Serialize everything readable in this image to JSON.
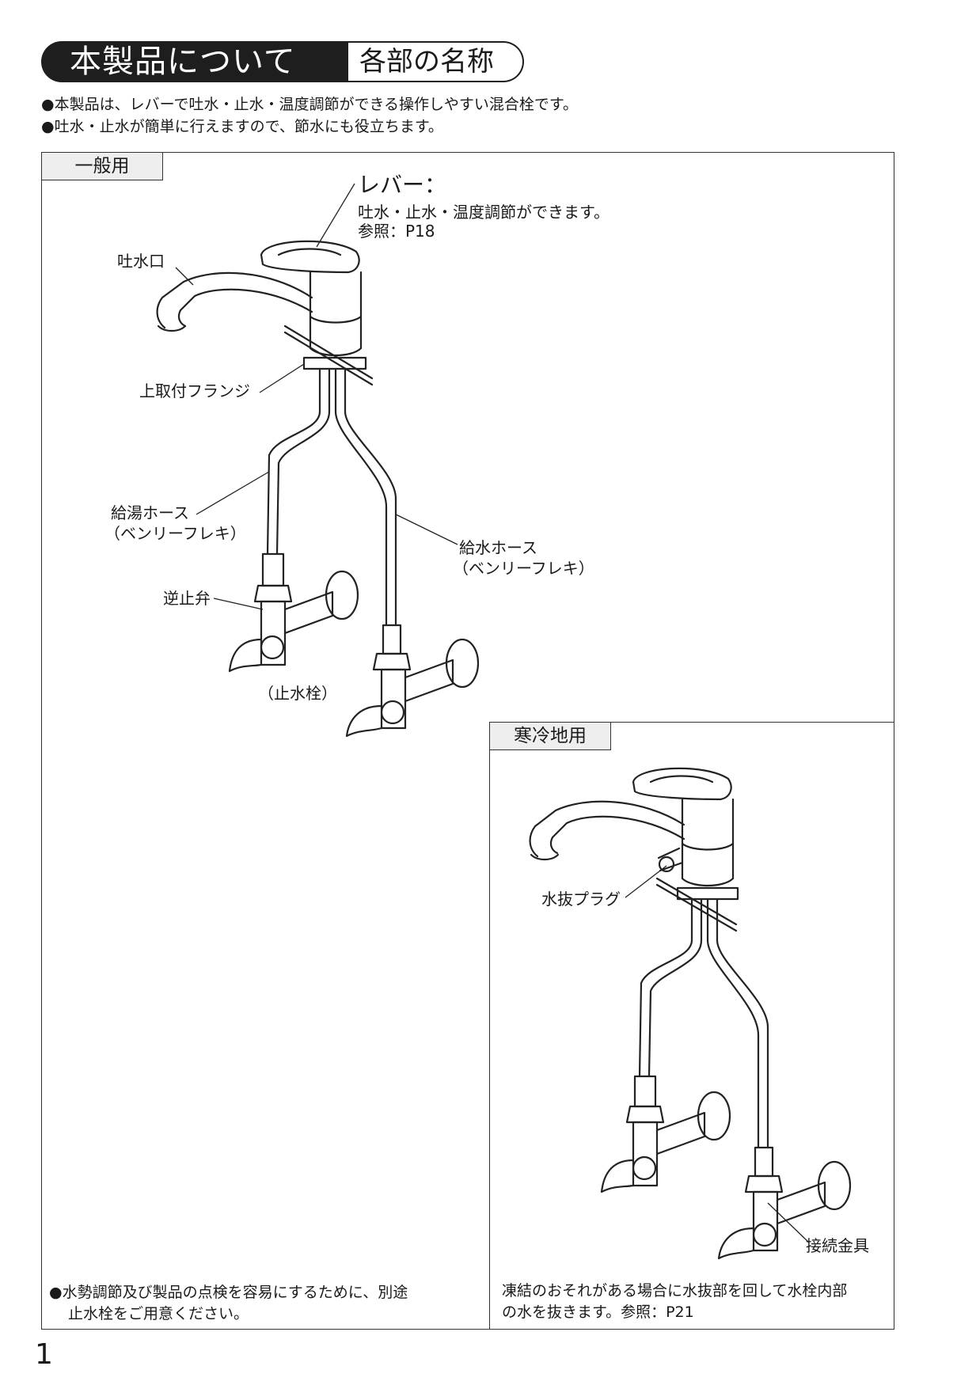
{
  "header": {
    "title": "本製品について",
    "subtitle": "各部の名称"
  },
  "intro": [
    "●本製品は、レバーで吐水・止水・温度調節ができる操作しやすい混合栓です。",
    "●吐水・止水が簡単に行えますので、節水にも役立ちます。"
  ],
  "general": {
    "tab": "一般用",
    "lever_title": "レバー：",
    "lever_desc": "吐水・止水・温度調節ができます。",
    "lever_ref": "参照：P18",
    "labels": {
      "spout": "吐水口",
      "flange": "上取付フランジ",
      "hot_hose_1": "給湯ホース",
      "hot_hose_2": "（ベンリーフレキ）",
      "cold_hose_1": "給水ホース",
      "cold_hose_2": "（ベンリーフレキ）",
      "check_valve": "逆止弁",
      "stop_valve": "（止水栓）"
    },
    "note_line1": "●水勢調節及び製品の点検を容易にするために、別途",
    "note_line2": "止水栓をご用意ください。"
  },
  "cold_region": {
    "tab": "寒冷地用",
    "labels": {
      "drain_plug": "水抜プラグ",
      "fitting": "接続金具"
    },
    "note_line1": "凍結のおそれがある場合に水抜部を回して水栓内部",
    "note_line2": "の水を抜きます。参照：P21"
  },
  "page_number": "1"
}
